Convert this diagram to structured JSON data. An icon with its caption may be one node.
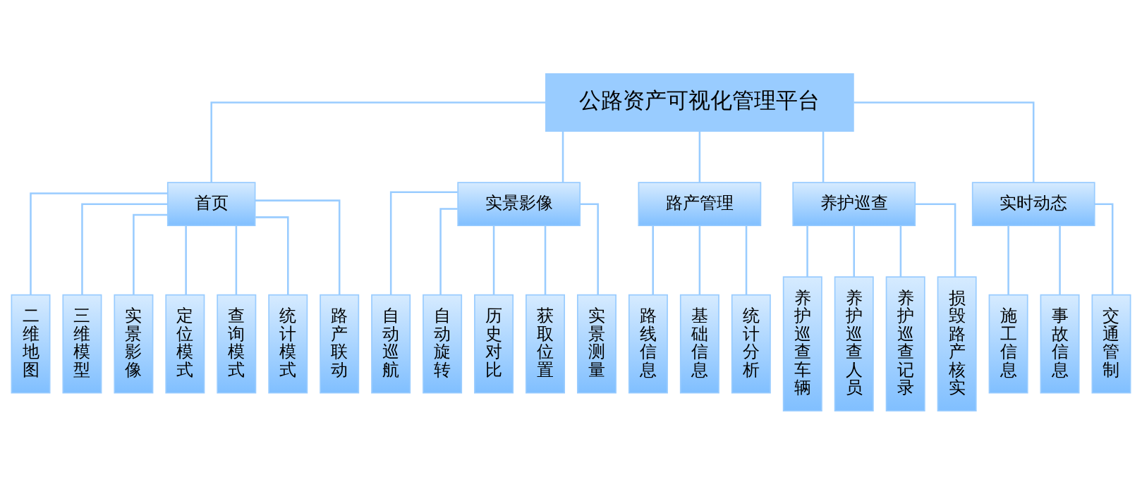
{
  "diagram": {
    "nodes": [
      {
        "text": [
          "公路资产可视化管理平台"
        ]
      },
      {
        "text": [
          "首页"
        ]
      },
      {
        "text": [
          "实景影像"
        ]
      },
      {
        "text": [
          "路产管理"
        ]
      },
      {
        "text": [
          "养护巡查"
        ]
      },
      {
        "text": [
          "实时动态"
        ]
      },
      {
        "text": [
          "二维地图"
        ]
      },
      {
        "text": [
          "三维模型"
        ]
      },
      {
        "text": [
          "实景影像"
        ]
      },
      {
        "text": [
          "定位模式"
        ]
      },
      {
        "text": [
          "查询模式"
        ]
      },
      {
        "text": [
          "统计模式"
        ]
      },
      {
        "text": [
          "路产联动"
        ]
      },
      {
        "text": [
          "自动巡航"
        ]
      },
      {
        "text": [
          "自动旋转"
        ]
      },
      {
        "text": [
          "历史对比"
        ]
      },
      {
        "text": [
          "获取位置"
        ]
      },
      {
        "text": [
          "实景测量"
        ]
      },
      {
        "text": [
          "路线信息"
        ]
      },
      {
        "text": [
          "基础信息"
        ]
      },
      {
        "text": [
          "统计分析"
        ]
      },
      {
        "text": [
          "养护巡查车辆"
        ]
      },
      {
        "text": [
          "养护巡查人员"
        ]
      },
      {
        "text": [
          "养护巡查记录"
        ]
      },
      {
        "text": [
          "损毁路产核实"
        ]
      },
      {
        "text": [
          "施工信息"
        ]
      },
      {
        "text": [
          "事故信息"
        ]
      },
      {
        "text": [
          "交通管制"
        ]
      }
    ],
    "edges": [
      {
        "from": 0,
        "to": 1,
        "arrow": "none"
      },
      {
        "from": 0,
        "to": 2,
        "arrow": "none"
      },
      {
        "from": 0,
        "to": 3,
        "arrow": "none"
      },
      {
        "from": 0,
        "to": 4,
        "arrow": "none"
      },
      {
        "from": 0,
        "to": 5,
        "arrow": "none"
      },
      {
        "from": 1,
        "to": 6,
        "arrow": "none"
      },
      {
        "from": 1,
        "to": 7,
        "arrow": "none"
      },
      {
        "from": 1,
        "to": 8,
        "arrow": "none"
      },
      {
        "from": 1,
        "to": 9,
        "arrow": "none"
      },
      {
        "from": 1,
        "to": 10,
        "arrow": "none"
      },
      {
        "from": 1,
        "to": 11,
        "arrow": "none"
      },
      {
        "from": 1,
        "to": 12,
        "arrow": "none"
      },
      {
        "from": 2,
        "to": 13,
        "arrow": "none"
      },
      {
        "from": 2,
        "to": 14,
        "arrow": "none"
      },
      {
        "from": 2,
        "to": 15,
        "arrow": "none"
      },
      {
        "from": 2,
        "to": 16,
        "arrow": "none"
      },
      {
        "from": 2,
        "to": 17,
        "arrow": "none"
      },
      {
        "from": 3,
        "to": 18,
        "arrow": "none"
      },
      {
        "from": 3,
        "to": 19,
        "arrow": "none"
      },
      {
        "from": 3,
        "to": 20,
        "arrow": "none"
      },
      {
        "from": 4,
        "to": 21,
        "arrow": "none"
      },
      {
        "from": 4,
        "to": 22,
        "arrow": "none"
      },
      {
        "from": 4,
        "to": 23,
        "arrow": "none"
      },
      {
        "from": 4,
        "to": 24,
        "arrow": "none"
      },
      {
        "from": 5,
        "to": 25,
        "arrow": "none"
      },
      {
        "from": 5,
        "to": 26,
        "arrow": "none"
      },
      {
        "from": 5,
        "to": 27,
        "arrow": "none"
      }
    ]
  }
}
